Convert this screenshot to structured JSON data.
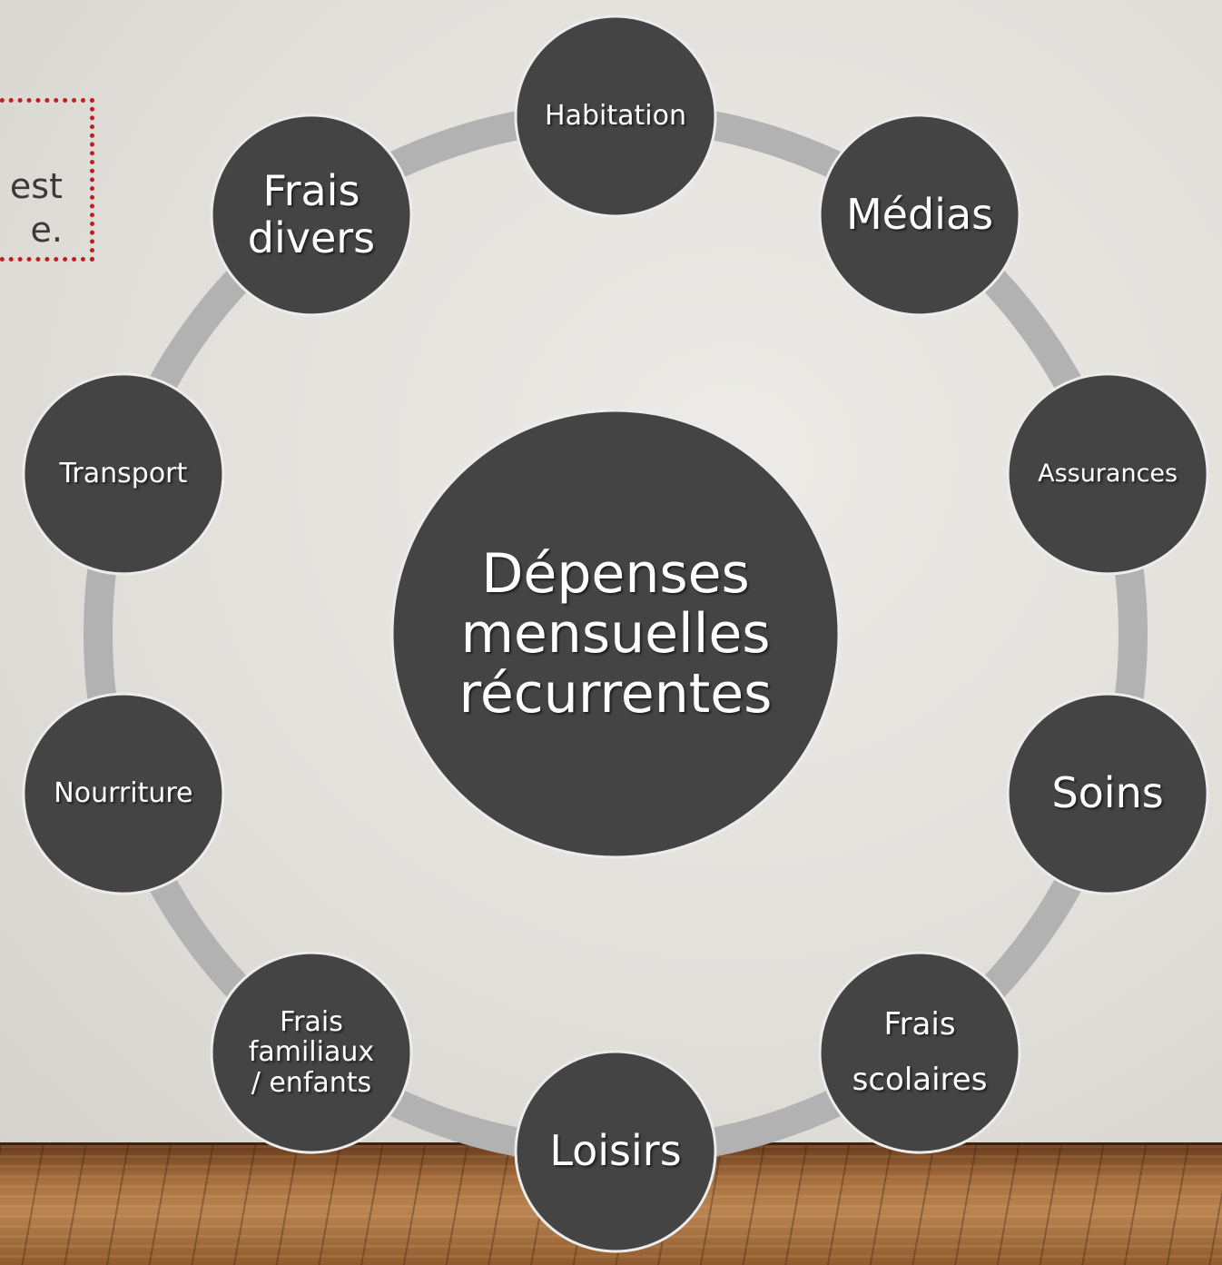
{
  "diagram": {
    "center_label": "Dépenses mensuelles récurrentes",
    "nodes": [
      {
        "id": "habitation",
        "lines": [
          "Habitation"
        ]
      },
      {
        "id": "medias",
        "lines": [
          "Médias"
        ]
      },
      {
        "id": "assurances",
        "lines": [
          "Assurances"
        ]
      },
      {
        "id": "soins",
        "lines": [
          "Soins"
        ]
      },
      {
        "id": "frais-scolaires",
        "lines": [
          "Frais",
          "scolaires"
        ]
      },
      {
        "id": "loisirs",
        "lines": [
          "Loisirs"
        ]
      },
      {
        "id": "frais-familiaux",
        "lines": [
          "Frais",
          "familiaux",
          "/ enfants"
        ]
      },
      {
        "id": "nourriture",
        "lines": [
          "Nourriture"
        ]
      },
      {
        "id": "transport",
        "lines": [
          "Transport"
        ]
      },
      {
        "id": "frais-divers",
        "lines": [
          "Frais",
          "divers"
        ]
      }
    ]
  },
  "note": {
    "line1": "est",
    "line2": "e."
  },
  "colors": {
    "node_fill": "#444444",
    "node_stroke": "#ececec",
    "ring": "#b2b2b2",
    "note_border": "#c21d1d"
  }
}
